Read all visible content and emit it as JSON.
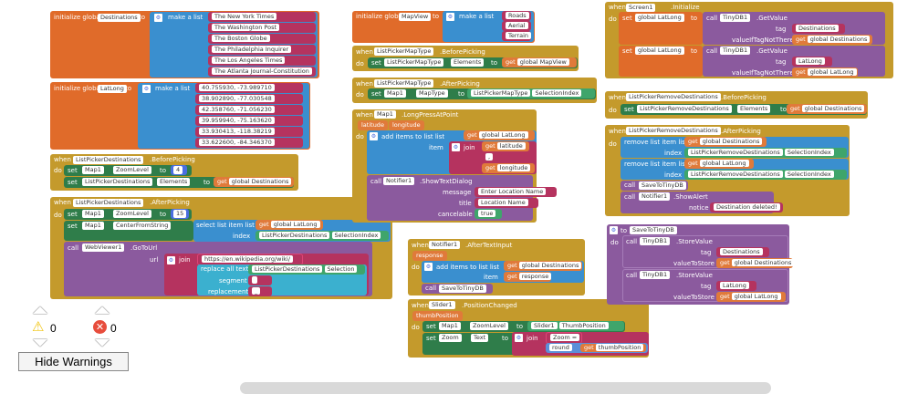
{
  "globals": {
    "dest": {
      "init": "initialize global",
      "name": "Destinations",
      "to": "to",
      "make": "make a list",
      "items": [
        "The New York Times",
        "The Washington Post",
        "The Boston Globe",
        "The Philadelphia Inquirer",
        "The Los Angeles Times",
        "The Atlanta Journal-Constitution"
      ]
    },
    "latlong": {
      "init": "initialize global",
      "name": "LatLong",
      "to": "to",
      "make": "make a list",
      "items": [
        "40.755930, -73.989710",
        "38.902890, -77.030548",
        "42.358760, -71.056230",
        "39.959940, -75.163620",
        "33.930413, -118.38219",
        "33.622600, -84.346370"
      ]
    },
    "mapview": {
      "init": "initialize global",
      "name": "MapView",
      "to": "to",
      "make": "make a list",
      "items": [
        "Roads",
        "Aerial",
        "Terrain"
      ]
    }
  },
  "events": {
    "lpd_before": {
      "when": "when",
      "comp": "ListPickerDestinations",
      "evt": ".BeforePicking",
      "do": "do",
      "set": "set",
      "map": "Map1",
      "zoom": "ZoomLevel",
      "to": "to",
      "zval": "4",
      "lpd": "ListPickerDestinations",
      "elements": "Elements",
      "get": "get",
      "gvar": "global Destinations"
    },
    "lpd_after": {
      "when": "when",
      "comp": "ListPickerDestinations",
      "evt": ".AfterPicking",
      "do": "do",
      "set": "set",
      "map": "Map1",
      "zoom": "ZoomLevel",
      "to": "to",
      "zval": "15",
      "center": "CenterFromString",
      "select": "select list item  list",
      "get": "get",
      "gvar": "global LatLong",
      "index": "index",
      "lpd": "ListPickerDestinations",
      "selidx": "SelectionIndex",
      "call": "call",
      "wv": "WebViewer1",
      "goto": ".GoToUrl",
      "url": "url",
      "join": "join",
      "wiki": "https://en.wikipedia.org/wiki/",
      "replace": "replace all text",
      "selection": "Selection",
      "segment": "segment",
      "replacement": "replacement",
      "seg_val": " ",
      "rep_val": "_"
    },
    "lpmt_before": {
      "when": "when",
      "comp": "ListPickerMapType",
      "evt": ".BeforePicking",
      "do": "do",
      "set": "set",
      "comp2": "ListPickerMapType",
      "elements": "Elements",
      "to": "to",
      "get": "get",
      "gvar": "global MapView"
    },
    "lpmt_after": {
      "when": "when",
      "comp": "ListPickerMapType",
      "evt": ".AfterPicking",
      "do": "do",
      "set": "set",
      "map": "Map1",
      "maptype": "MapType",
      "to": "to",
      "comp2": "ListPickerMapType",
      "selidx": "SelectionIndex"
    },
    "longpress": {
      "when": "when",
      "comp": "Map1",
      "evt": ".LongPressAtPoint",
      "p1": "latitude",
      "p2": "longitude",
      "do": "do",
      "add": "add items to list  list",
      "get": "get",
      "gvar": "global LatLong",
      "item": "item",
      "join": "join",
      "lat": "latitude",
      "comma": ",",
      "lon": "longitude",
      "call": "call",
      "notifier": "Notifier1",
      "show": ".ShowTextDialog",
      "message": "message",
      "msg_val": "Enter Location Name",
      "title": "title",
      "title_val": "Location Name",
      "cancelable": "cancelable",
      "true": "true"
    },
    "aftertext": {
      "when": "when",
      "comp": "Notifier1",
      "evt": ".AfterTextInput",
      "p1": "response",
      "do": "do",
      "add": "add items to list  list",
      "get": "get",
      "gvar": "global Destinations",
      "item": "item",
      "resp": "response",
      "call": "call",
      "save": "SaveToTinyDB"
    },
    "slider": {
      "when": "when",
      "comp": "Slider1",
      "evt": ".PositionChanged",
      "p1": "thumbPosition",
      "do": "do",
      "set": "set",
      "map": "Map1",
      "zoom": "ZoomLevel",
      "to": "to",
      "slider": "Slider1",
      "thumb": "ThumbPosition",
      "zoomlbl": "Zoom",
      "text": "Text",
      "join": "join",
      "zoomstr": "Zoom = ",
      "round": "round",
      "get": "get",
      "tp": "thumbPosition"
    },
    "screen": {
      "when": "when",
      "comp": "Screen1",
      "evt": ".Initialize",
      "do": "do",
      "set": "set",
      "gvar": "global LatLong",
      "to": "to",
      "call": "call",
      "db": "TinyDB1",
      "getval": ".GetValue",
      "tag": "tag",
      "tag1": "Destinations",
      "vin": "valueIfTagNotThere",
      "get": "get",
      "gdest": "global Destinations",
      "gvar2": "global LatLong",
      "tag2": "LatLong",
      "glat": "global LatLong"
    },
    "lprd_before": {
      "when": "when",
      "comp": "ListPickerRemoveDestinations",
      "evt": ".BeforePicking",
      "do": "do",
      "set": "set",
      "comp2": "ListPickerRemoveDestinations",
      "elements": "Elements",
      "to": "to",
      "get": "get",
      "gvar": "global Destinations"
    },
    "lprd_after": {
      "when": "when",
      "comp": "ListPickerRemoveDestinations",
      "evt": ".AfterPicking",
      "do": "do",
      "remove": "remove list item  list",
      "get": "get",
      "gdest": "global Destinations",
      "index": "index",
      "comp2": "ListPickerRemoveDestinations",
      "selidx": "SelectionIndex",
      "glat": "global LatLong",
      "call": "call",
      "save": "SaveToTinyDB",
      "notifier": "Notifier1",
      "show": ".ShowAlert",
      "notice": "notice",
      "notice_val": "Destination deleted!"
    },
    "proc": {
      "to": "to",
      "name": "SaveToTinyDB",
      "do": "do",
      "call": "call",
      "db": "TinyDB1",
      "store": ".StoreValue",
      "tag": "tag",
      "tag1": "Destinations",
      "vts": "valueToStore",
      "get": "get",
      "gdest": "global Destinations",
      "tag2": "LatLong",
      "glat": "global LatLong"
    }
  },
  "workspace": {
    "warnings": "0",
    "errors": "0",
    "hide_warnings": "Hide Warnings"
  }
}
